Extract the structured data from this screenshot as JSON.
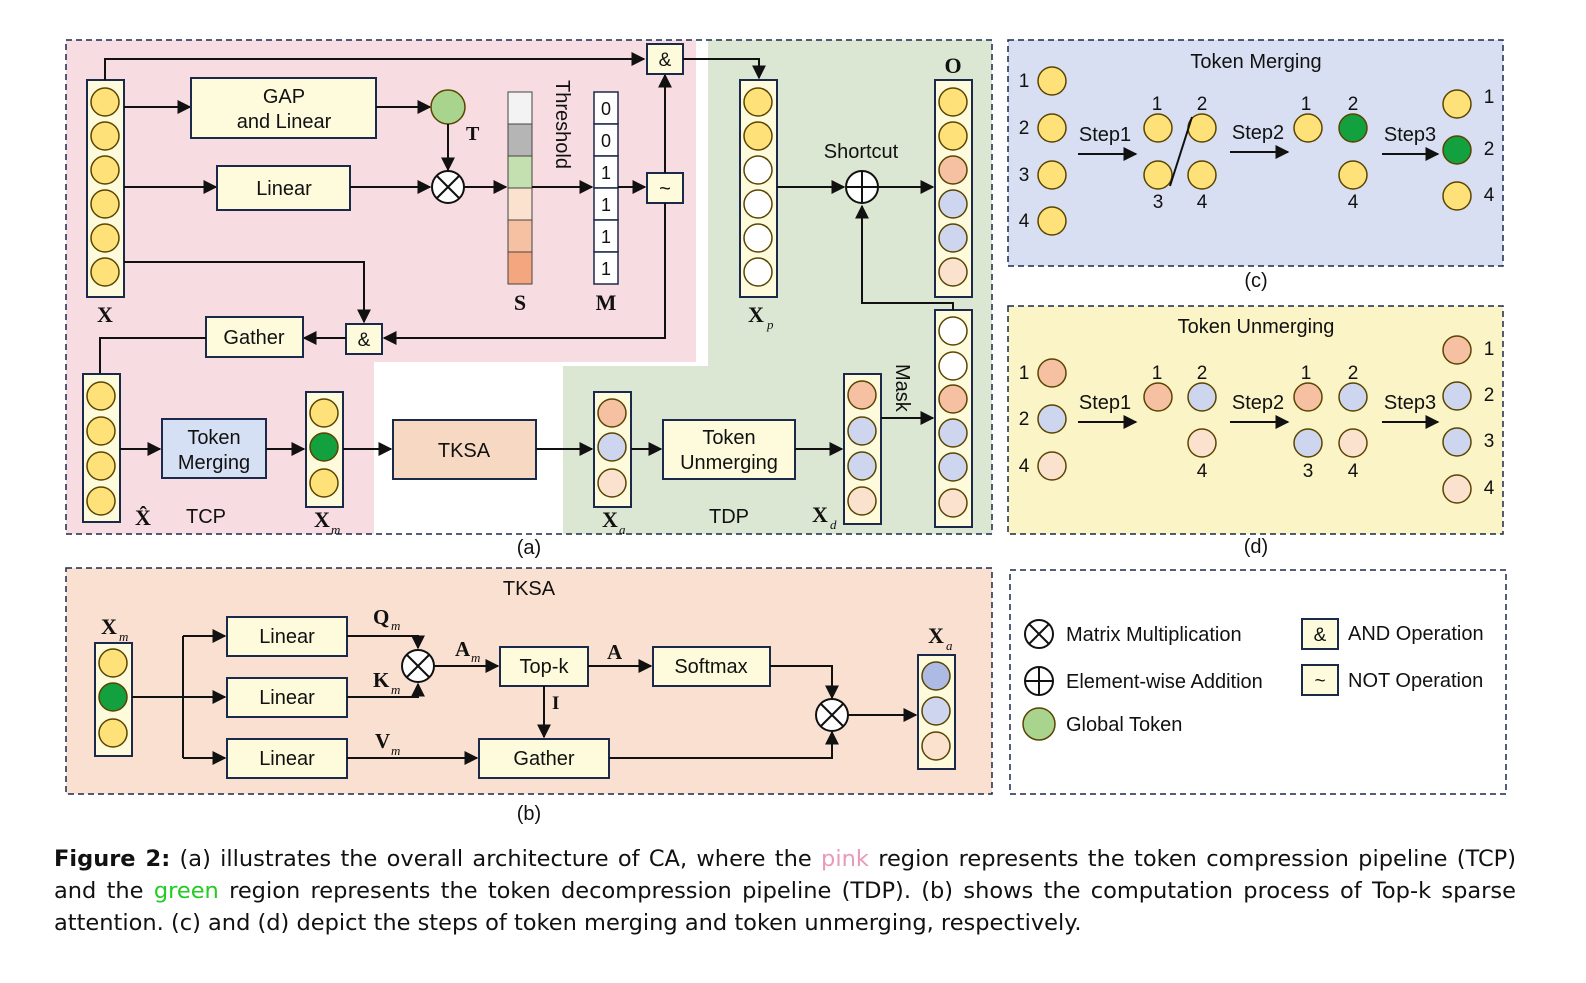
{
  "colors": {
    "pink_region": "#f7dde1",
    "green_region": "#dbe7d3",
    "blue_panel": "#d8dff2",
    "yellow_panel": "#fbf4c6",
    "peach_panel": "#f9e0d1",
    "box_cream": "#fdfbdb",
    "box_blue": "#d6e0f4",
    "box_peach": "#f7d8c2",
    "token_yellow": "#ffe17a",
    "token_green": "#13a03f",
    "token_global": "#a9d48e",
    "token_blue": "#cdd6ee",
    "token_peach": "#f6c0a3",
    "token_light": "#fbe2cf",
    "token_white": "#ffffff",
    "border_navy": "#1b2a4a"
  },
  "panel_a": {
    "label": "(a)",
    "gap_line1": "GAP",
    "gap_line2": "and Linear",
    "linear": "Linear",
    "threshold": "Threshold",
    "T": "T",
    "S": "S",
    "M": "M",
    "mask_values": [
      "0",
      "0",
      "1",
      "1",
      "1",
      "1"
    ],
    "and_symbol": "&",
    "not_symbol": "~",
    "gather": "Gather",
    "token_merging_1": "Token",
    "token_merging_2": "Merging",
    "tksa": "TKSA",
    "token_unmerging_1": "Token",
    "token_unmerging_2": "Unmerging",
    "shortcut": "Shortcut",
    "mask": "Mask",
    "O": "O",
    "X": "X",
    "X_hat": "X̂",
    "TCP": "TCP",
    "TDP": "TDP",
    "Xm": "X",
    "Xm_sub": "m",
    "Xa": "X",
    "Xa_sub": "a",
    "Xd": "X",
    "Xd_sub": "d",
    "Xp": "X",
    "Xp_sub": "p"
  },
  "panel_b": {
    "label": "(b)",
    "title": "TKSA",
    "linear": "Linear",
    "topk": "Top-k",
    "softmax": "Softmax",
    "gather": "Gather",
    "Q": "Q",
    "K": "K",
    "V": "V",
    "A": "A",
    "I": "I",
    "sub_m": "m",
    "Xm": "X",
    "Xa": "X",
    "sub_a": "a"
  },
  "panel_c": {
    "label": "(c)",
    "title": "Token Merging",
    "step1": "Step1",
    "step2": "Step2",
    "step3": "Step3",
    "input_nums": [
      "1",
      "2",
      "3",
      "4"
    ],
    "s1_nums": [
      "1",
      "2",
      "3",
      "4"
    ],
    "s2_nums": [
      "1",
      "2",
      "4"
    ],
    "out_nums": [
      "1",
      "2",
      "4"
    ]
  },
  "panel_d": {
    "label": "(d)",
    "title": "Token Unmerging",
    "step1": "Step1",
    "step2": "Step2",
    "step3": "Step3",
    "input_nums": [
      "1",
      "2",
      "4"
    ],
    "s1_nums": [
      "1",
      "2",
      "4"
    ],
    "s2_nums": [
      "1",
      "2",
      "3",
      "4"
    ],
    "out_nums": [
      "1",
      "2",
      "3",
      "4"
    ]
  },
  "legend": {
    "matmul": "Matrix Multiplication",
    "add": "Element-wise Addition",
    "global": "Global Token",
    "and": "AND Operation",
    "not": "NOT Operation",
    "and_symbol": "&",
    "not_symbol": "~"
  },
  "caption": {
    "label": "Figure 2:",
    "part1": "(a) illustrates the overall architecture of CA, where the",
    "pink": "pink",
    "part2": "region represents the token compression pipeline (TCP) and the",
    "green": "green",
    "part3": "region represents the token decompression pipeline (TDP). (b) shows the computation process of Top-k sparse attention. (c) and (d) depict the steps of token merging and token unmerging, respectively."
  }
}
